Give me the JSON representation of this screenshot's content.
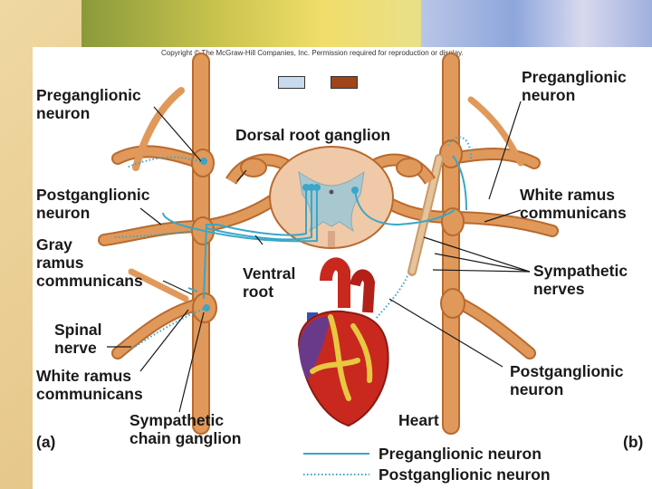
{
  "copyright": "Copyright © The McGraw-Hill Companies, Inc. Permission required for reproduction or display.",
  "labels": {
    "preganglionic_left_1": "Preganglionic",
    "preganglionic_left_2": "neuron",
    "dorsal_root_ganglion": "Dorsal root ganglion",
    "preganglionic_right_1": "Preganglionic",
    "preganglionic_right_2": "neuron",
    "postganglionic_left_1": "Postganglionic",
    "postganglionic_left_2": "neuron",
    "white_ramus_right_1": "White ramus",
    "white_ramus_right_2": "communicans",
    "gray_ramus_1": "Gray",
    "gray_ramus_2": "ramus",
    "gray_ramus_3": "communicans",
    "ventral_root_1": "Ventral",
    "ventral_root_2": "root",
    "sympathetic_nerves_1": "Sympathetic",
    "sympathetic_nerves_2": "nerves",
    "spinal_nerve_1": "Spinal",
    "spinal_nerve_2": "nerve",
    "white_ramus_left_1": "White ramus",
    "white_ramus_left_2": "communicans",
    "postganglionic_right_1": "Postganglionic",
    "postganglionic_right_2": "neuron",
    "sympathetic_chain_1": "Sympathetic",
    "sympathetic_chain_2": "chain ganglion",
    "heart": "Heart",
    "panel_a": "(a)",
    "panel_b": "(b)"
  },
  "legend": {
    "preganglionic": "Preganglionic neuron",
    "postganglionic": "Postganglionic neuron"
  },
  "colors": {
    "nerve": "#e0995a",
    "nerve_dark": "#b86a2e",
    "spinal_cord": "#f0c9a8",
    "gray_matter": "#a9c7cf",
    "neuron": "#3aa6c8",
    "swatch_light": "#c8dbee",
    "swatch_dark": "#a0441a",
    "heart_red": "#c8281e",
    "heart_purple": "#6a3a8a",
    "heart_yellow": "#e8c840"
  }
}
